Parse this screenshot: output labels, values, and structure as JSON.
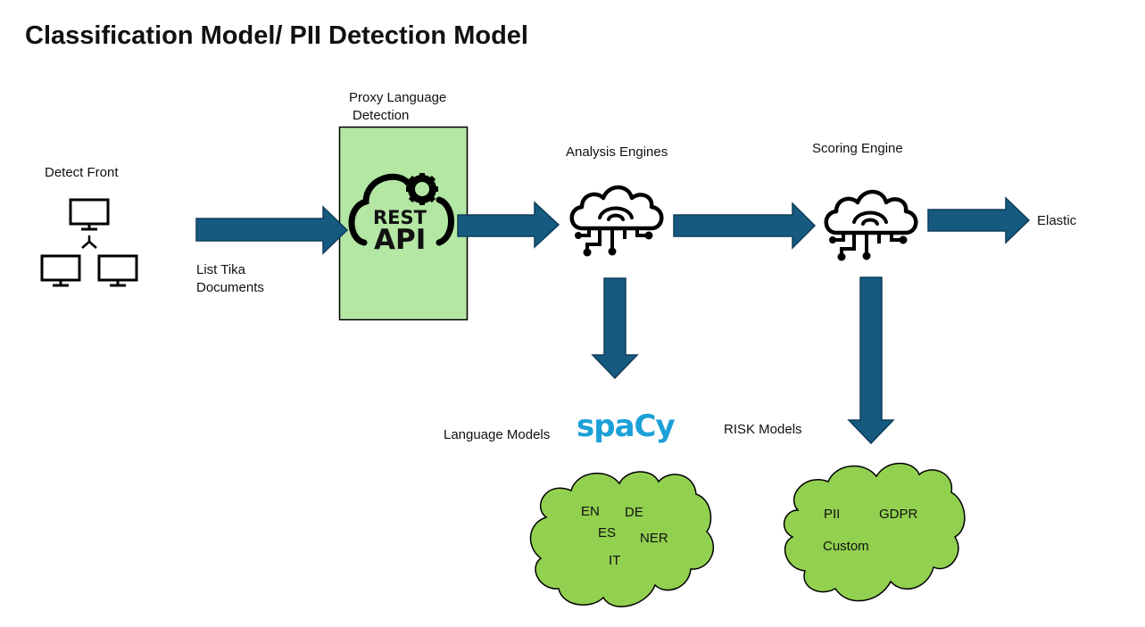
{
  "title": "Classification Model/ PII Detection Model",
  "labels": {
    "detect_front": "Detect Front",
    "list_tika": "List Tika",
    "documents": "Documents",
    "proxy_line1": "Proxy Language",
    "proxy_line2": "Detection",
    "rest": "REST",
    "api": "API",
    "analysis_engines": "Analysis Engines",
    "scoring_engine": "Scoring Engine",
    "elastic": "Elastic",
    "language_models": "Language Models",
    "spacy": "spaCy",
    "risk_models": "RISK Models"
  },
  "language_cloud": [
    "EN",
    "DE",
    "ES",
    "NER",
    "IT"
  ],
  "risk_cloud": [
    "PII",
    "GDPR",
    "Custom"
  ],
  "colors": {
    "arrow": "#165a80",
    "rest_box": "#b4e6a4",
    "cloud": "#92d050",
    "spacy": "#1ba0d8"
  },
  "icons": [
    "network-computers-icon",
    "rest-api-cloud-icon",
    "ai-brain-icon"
  ]
}
